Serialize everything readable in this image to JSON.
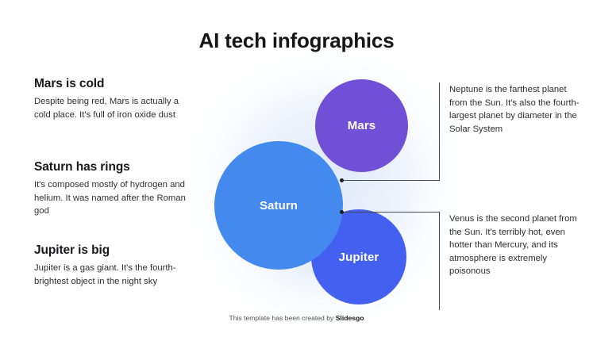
{
  "page": {
    "title": "AI tech infographics",
    "footer_prefix": "This template has been created by ",
    "footer_brand": "Slidesgo"
  },
  "colors": {
    "saturn": "#4389EE",
    "mars": "#7150D8",
    "jupiter": "#4460F1",
    "title_text": "#161616",
    "body_text": "#2F2F33",
    "connector": "#4A4A52"
  },
  "left_blocks": [
    {
      "title": "Mars is cold",
      "body": "Despite being red, Mars is actually a cold place. It's full of iron oxide dust"
    },
    {
      "title": "Saturn has rings",
      "body": "It's composed mostly of hydrogen and helium. It was named after the Roman god"
    },
    {
      "title": "Jupiter is big",
      "body": "Jupiter is a gas giant. It's the fourth-brightest object in the night sky"
    }
  ],
  "right_blocks": [
    {
      "body": "Neptune is the farthest planet from the Sun. It's also the fourth-largest planet by diameter in the Solar System"
    },
    {
      "body": "Venus is the second planet from the Sun. It's terribly hot, even hotter than Mercury, and its atmosphere is extremely poisonous"
    }
  ],
  "circles": [
    {
      "label": "Saturn"
    },
    {
      "label": "Mars"
    },
    {
      "label": "Jupiter"
    }
  ]
}
